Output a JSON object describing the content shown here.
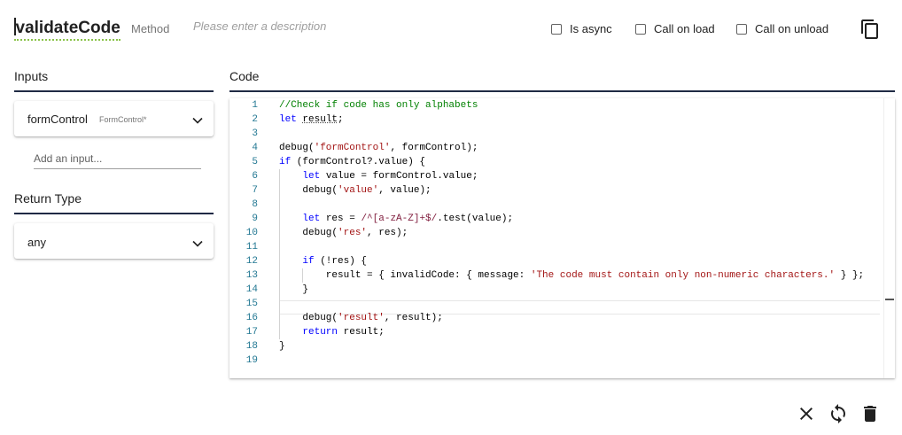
{
  "header": {
    "method_name": "validateCode",
    "method_type": "Method",
    "description_placeholder": "Please enter a description",
    "options": [
      {
        "label": "Is async",
        "checked": false
      },
      {
        "label": "Call on load",
        "checked": false
      },
      {
        "label": "Call on unload",
        "checked": false
      }
    ],
    "copy_icon": "content-copy-icon"
  },
  "inputs": {
    "title": "Inputs",
    "items": [
      {
        "name": "formControl",
        "type": "FormControl*",
        "icon": "chevron-down-icon"
      }
    ],
    "add_placeholder": "Add an input..."
  },
  "return_type": {
    "title": "Return Type",
    "value": "any",
    "icon": "chevron-down-icon"
  },
  "code": {
    "title": "Code",
    "line_numbers": [
      "1",
      "2",
      "3",
      "4",
      "5",
      "6",
      "7",
      "8",
      "9",
      "10",
      "11",
      "12",
      "13",
      "14",
      "15",
      "16",
      "17",
      "18",
      "19"
    ],
    "lines": [
      "//Check if code has only alphabets",
      "let result;",
      "",
      "debug('formControl', formControl);",
      "if (formControl?.value) {",
      "    let value = formControl.value;",
      "    debug('value', value);",
      "",
      "    let res = /^[a-zA-Z]+$/.test(value);",
      "    debug('res', res);",
      "",
      "    if (!res) {",
      "        result = { invalidCode: { message: 'The code must contain only non-numeric characters.' } };",
      "    }",
      "",
      "    debug('result', result);",
      "    return result;",
      "}",
      ""
    ],
    "colors": {
      "comment": "#008000",
      "keyword": "#0000ff",
      "string": "#a31515",
      "line_number": "#237893"
    }
  },
  "footer": {
    "actions": [
      {
        "name": "close-icon"
      },
      {
        "name": "refresh-icon"
      },
      {
        "name": "delete-icon"
      }
    ]
  },
  "colors": {
    "accent": "#1f2a44",
    "text": "#212121",
    "muted": "#757575"
  }
}
